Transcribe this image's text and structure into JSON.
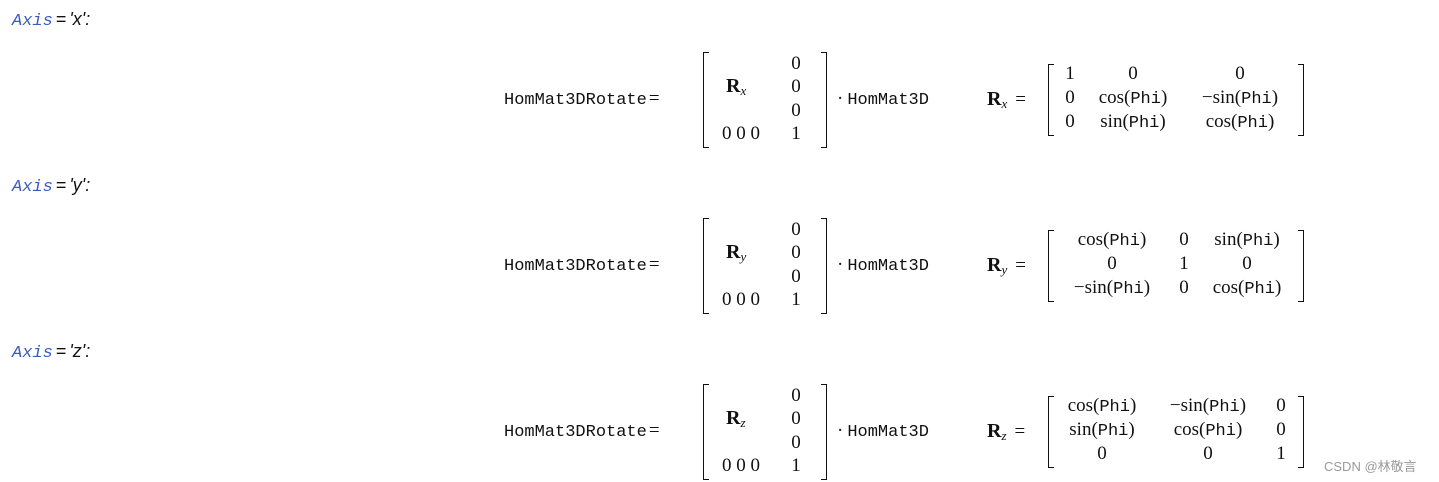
{
  "cases": [
    {
      "param_name": "Axis",
      "equals": "=",
      "value": "'x':",
      "formula": {
        "lhs": "HomMat3DRotate",
        "eq": "=",
        "block_matrix": {
          "r_symbol": "R",
          "r_subscript": "x",
          "right_col": [
            "0",
            "0",
            "0",
            "1"
          ],
          "bottom_row": "0 0 0"
        },
        "dot": "·",
        "rhs": "HomMat3D",
        "r_def": {
          "symbol": "R",
          "subscript": "x",
          "eq": "=",
          "rows": [
            [
              "1",
              "0",
              "0"
            ],
            [
              "0",
              "cos(Phi)",
              "−sin(Phi)"
            ],
            [
              "0",
              "sin(Phi)",
              "cos(Phi)"
            ]
          ]
        }
      }
    },
    {
      "param_name": "Axis",
      "equals": "=",
      "value": "'y':",
      "formula": {
        "lhs": "HomMat3DRotate",
        "eq": "=",
        "block_matrix": {
          "r_symbol": "R",
          "r_subscript": "y",
          "right_col": [
            "0",
            "0",
            "0",
            "1"
          ],
          "bottom_row": "0 0 0"
        },
        "dot": "·",
        "rhs": "HomMat3D",
        "r_def": {
          "symbol": "R",
          "subscript": "y",
          "eq": "=",
          "rows": [
            [
              "cos(Phi)",
              "0",
              "sin(Phi)"
            ],
            [
              "0",
              "1",
              "0"
            ],
            [
              "−sin(Phi)",
              "0",
              "cos(Phi)"
            ]
          ]
        }
      }
    },
    {
      "param_name": "Axis",
      "equals": "=",
      "value": "'z':",
      "formula": {
        "lhs": "HomMat3DRotate",
        "eq": "=",
        "block_matrix": {
          "r_symbol": "R",
          "r_subscript": "z",
          "right_col": [
            "0",
            "0",
            "0",
            "1"
          ],
          "bottom_row": "0 0 0"
        },
        "dot": "·",
        "rhs": "HomMat3D",
        "r_def": {
          "symbol": "R",
          "subscript": "z",
          "eq": "=",
          "rows": [
            [
              "cos(Phi)",
              "−sin(Phi)",
              "0"
            ],
            [
              "sin(Phi)",
              "cos(Phi)",
              "0"
            ],
            [
              "0",
              "0",
              "1"
            ]
          ]
        }
      }
    }
  ],
  "watermark": "CSDN @林敬言",
  "colors": {
    "param_blue": "#3b5bc4",
    "text": "#111111",
    "watermark": "#9a9a9a"
  }
}
